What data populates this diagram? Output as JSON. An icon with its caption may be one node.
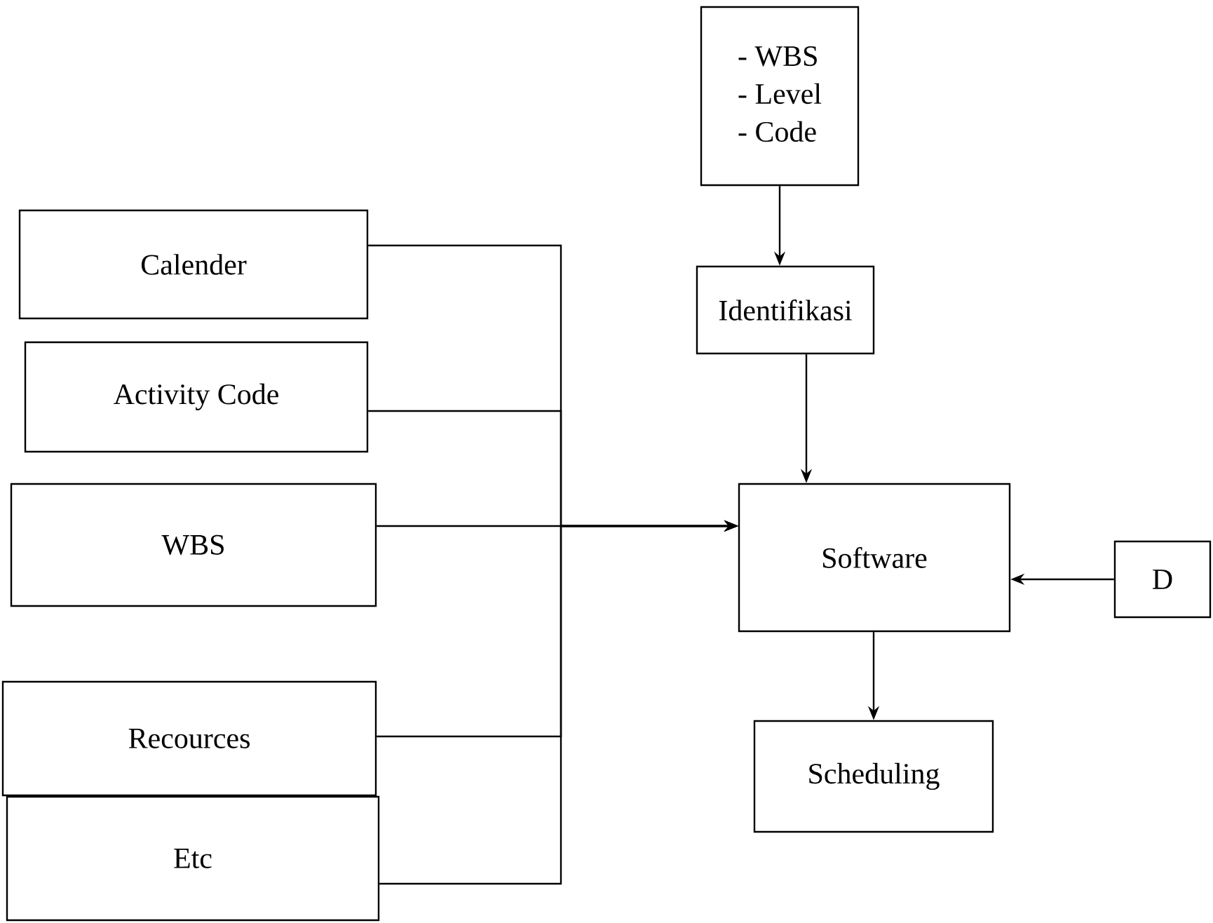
{
  "diagram": {
    "nodes": [
      {
        "text": [
          "- WBS",
          "- Level",
          "- Code"
        ]
      },
      {
        "text": [
          "Identifikasi"
        ]
      },
      {
        "text": [
          "Software"
        ]
      },
      {
        "text": [
          "D"
        ]
      },
      {
        "text": [
          "Scheduling"
        ]
      },
      {
        "text": [
          "Calender"
        ]
      },
      {
        "text": [
          "Activity Code"
        ]
      },
      {
        "text": [
          "WBS"
        ]
      },
      {
        "text": [
          "Recources"
        ]
      },
      {
        "text": [
          "Etc"
        ]
      }
    ],
    "edges": [
      {
        "from": 0,
        "to": 1,
        "arrow": "to"
      },
      {
        "from": 1,
        "to": 2,
        "arrow": "to"
      },
      {
        "from": 3,
        "to": 2,
        "arrow": "to"
      },
      {
        "from": 2,
        "to": 4,
        "arrow": "to"
      },
      {
        "from": 7,
        "to": 2,
        "arrow": "to"
      },
      {
        "from": 5,
        "to": 2,
        "arrow": "to"
      },
      {
        "from": 6,
        "to": 2,
        "arrow": "to"
      },
      {
        "from": 8,
        "to": 2,
        "arrow": "to"
      },
      {
        "from": 9,
        "to": 2,
        "arrow": "to"
      }
    ]
  }
}
